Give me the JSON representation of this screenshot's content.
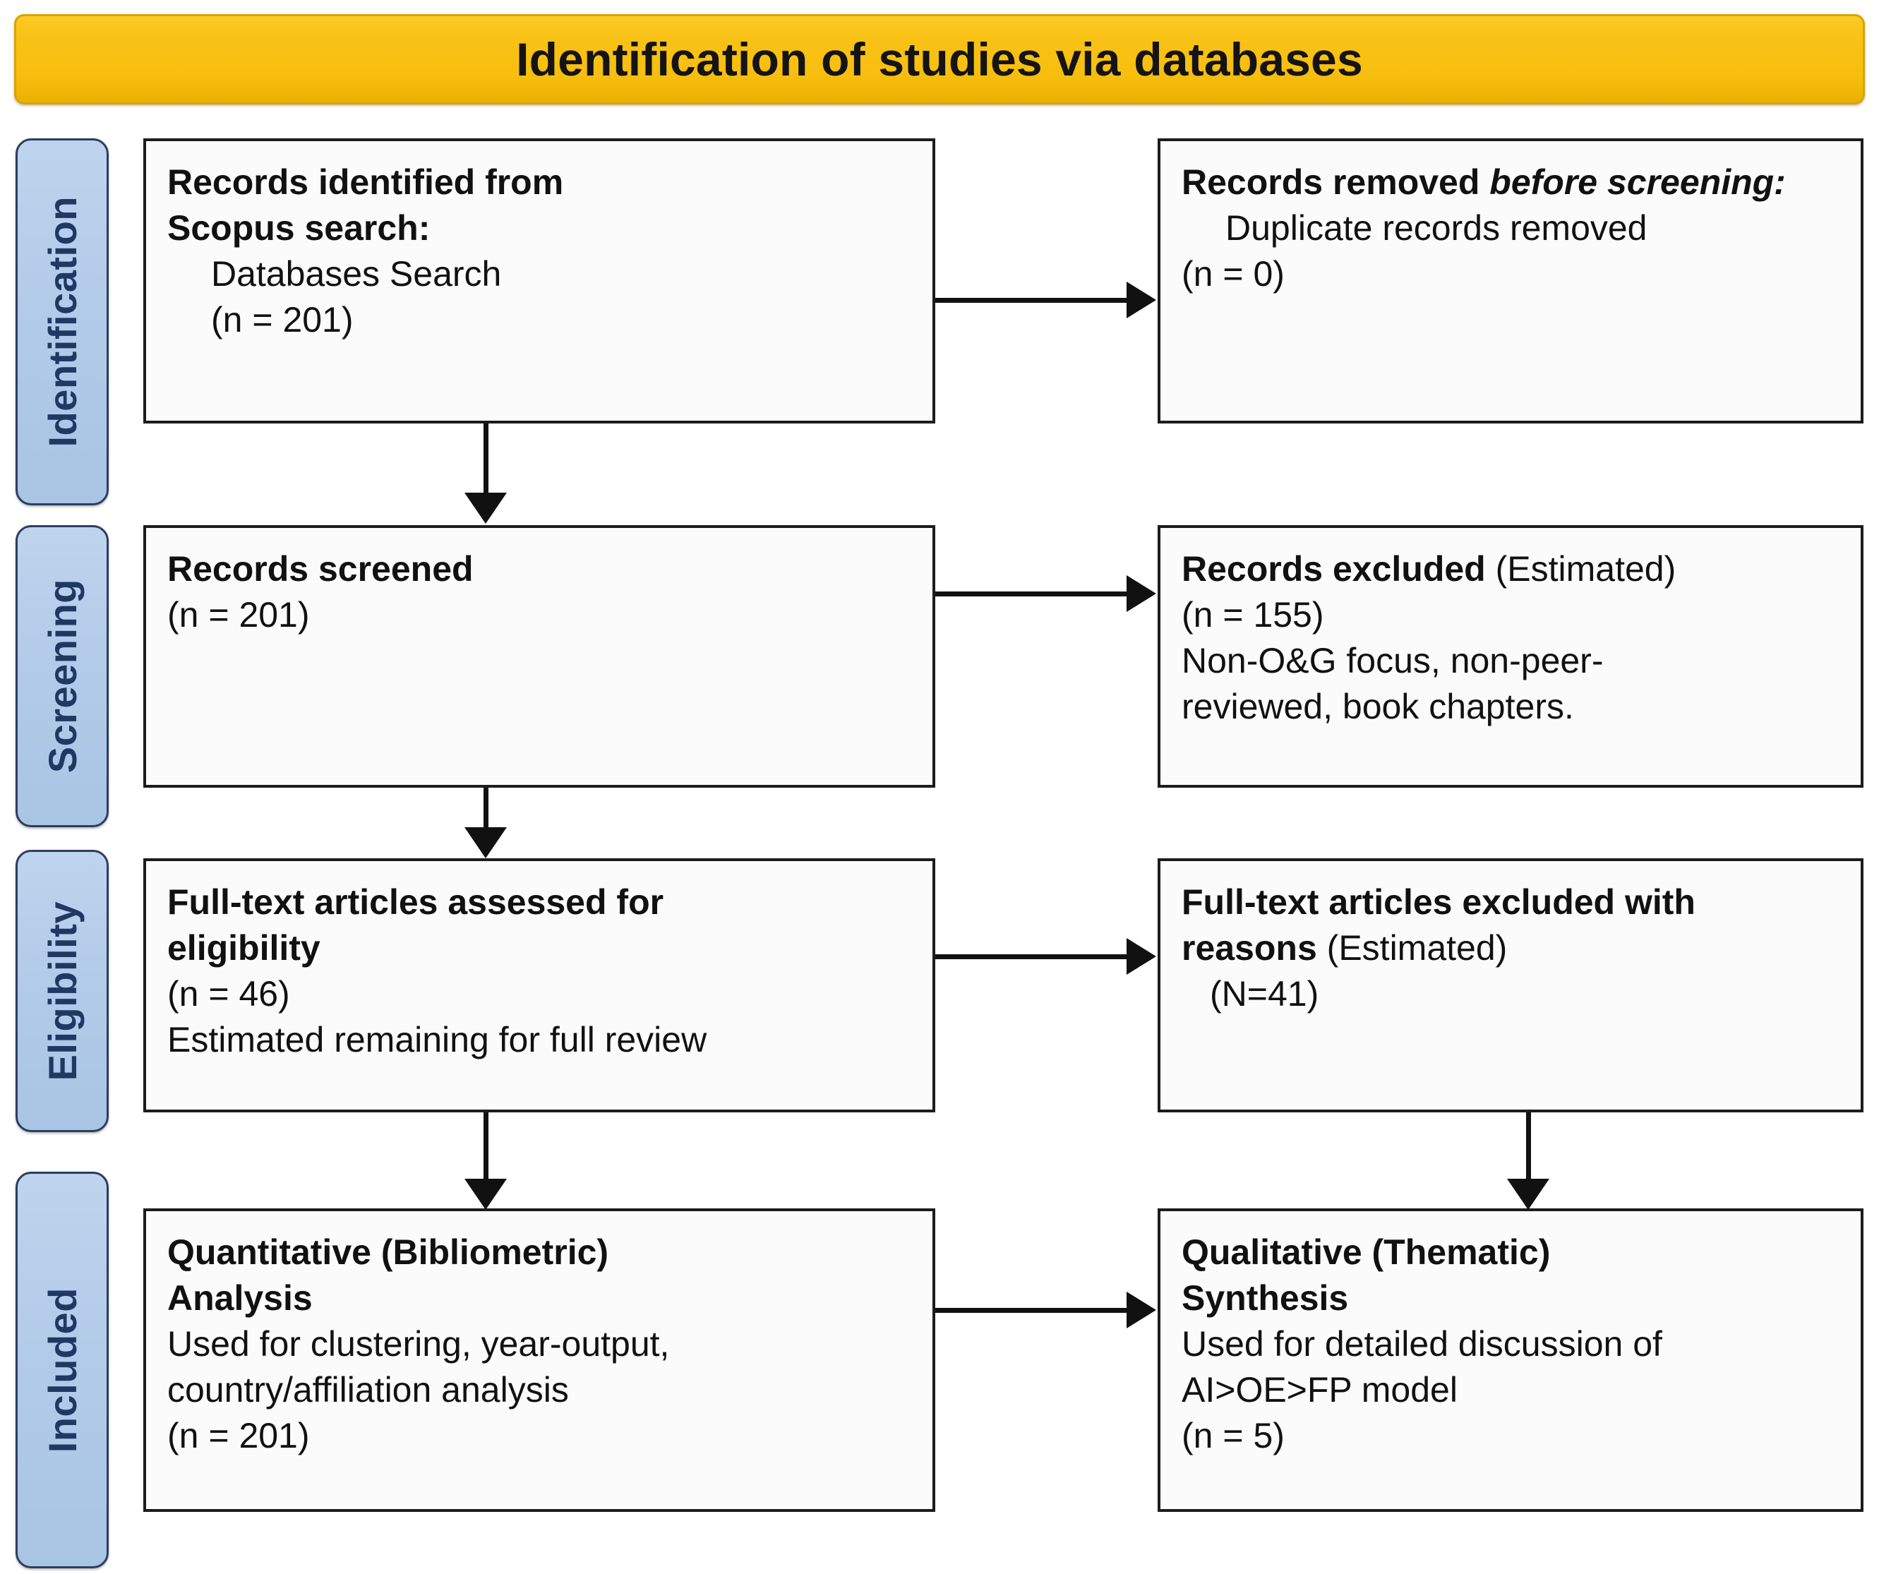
{
  "header": {
    "title": "Identification of studies via databases",
    "bg_color": "#F9C217",
    "text_color": "#141414"
  },
  "theme": {
    "stage_fill": "#B2CBE8",
    "stage_border": "#2C3E60",
    "stage_text": "#1F3864",
    "box_fill": "#FBFBFC",
    "box_border": "#1C1C1C",
    "heading_blue": "#1F4E79",
    "body_text": "#111111",
    "connector": "#111111"
  },
  "stages": [
    {
      "id": "identification",
      "label": "Identification"
    },
    {
      "id": "screening",
      "label": "Screening"
    },
    {
      "id": "eligibility",
      "label": "Eligibility"
    },
    {
      "id": "included",
      "label": "Included"
    }
  ],
  "boxes": {
    "identified": {
      "heading": "Records identified from",
      "subheading": "Scopus search:",
      "detail": "Databases Search",
      "count": "(n = 201)"
    },
    "removed": {
      "heading": "Records removed ",
      "heading_italic": "before screening:",
      "detail": "Duplicate records removed",
      "count": "(n = 0)"
    },
    "screened": {
      "heading": "Records screened",
      "count": "(n = 201)"
    },
    "excluded": {
      "heading": "Records excluded ",
      "heading_note": "(Estimated)",
      "count": "(n = 155)",
      "reason_line1": "Non-O&G focus, non-peer-",
      "reason_line2": "reviewed, book chapters."
    },
    "fulltext": {
      "heading_line1": "Full-text articles assessed for",
      "heading_line2": "eligibility",
      "count": "(n = 46)",
      "note": "Estimated remaining for full review"
    },
    "fulltext_excluded": {
      "heading_line1": "Full-text articles excluded with",
      "heading_line2": "reasons ",
      "heading_note": "(Estimated)",
      "count": "(N=41)"
    },
    "quantitative": {
      "heading_line1": "Quantitative (Bibliometric)",
      "heading_line2": "Analysis",
      "desc_line1": "Used for clustering, year-output,",
      "desc_line2": "country/affiliation analysis",
      "count": "(n = 201)"
    },
    "qualitative": {
      "heading_line1": "Qualitative (Thematic)",
      "heading_line2": "Synthesis",
      "desc_line1": "Used for detailed discussion of",
      "desc_line2": "AI>OE>FP model",
      "count": "(n = 5)"
    }
  },
  "connectors": [
    {
      "id": "identified-to-removed",
      "type": "horizontal-arrow"
    },
    {
      "id": "identified-to-screened",
      "type": "vertical-arrow"
    },
    {
      "id": "screened-to-excluded",
      "type": "horizontal-arrow"
    },
    {
      "id": "screened-to-fulltext",
      "type": "vertical-arrow"
    },
    {
      "id": "fulltext-to-excluded",
      "type": "horizontal-arrow"
    },
    {
      "id": "fulltext-to-quant",
      "type": "vertical-arrow"
    },
    {
      "id": "ftexcluded-to-qual",
      "type": "vertical-arrow"
    },
    {
      "id": "quant-to-qual",
      "type": "horizontal-arrow"
    }
  ]
}
